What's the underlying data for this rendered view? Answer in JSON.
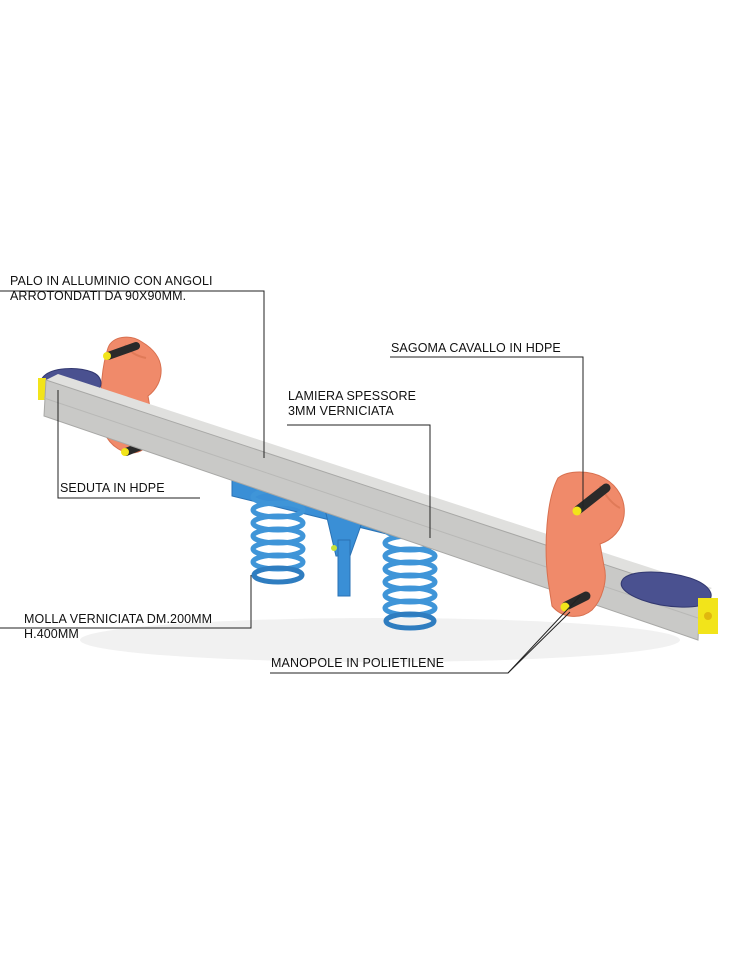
{
  "labels": {
    "palo_line1": "PALO IN ALLUMINIO CON ANGOLI",
    "palo_line2": "ARROTONDATI DA 90X90MM.",
    "sagoma": "SAGOMA CAVALLO IN HDPE",
    "lamiera_line1": "LAMIERA SPESSORE",
    "lamiera_line2": "3MM VERNICIATA",
    "seduta": "SEDUTA IN HDPE",
    "molla_line1": "MOLLA VERNICIATA DM.200MM",
    "molla_line2": "H.400MM",
    "manopole": "MANOPOLE IN POLIETILENE"
  },
  "colors": {
    "beam": "#c9c9c7",
    "horse": "#f08a6a",
    "seat": "#4a5190",
    "spring": "#3f95d8",
    "plate": "#3a8fd6",
    "handle_tip": "#f2e41a",
    "leader": "#222222"
  }
}
